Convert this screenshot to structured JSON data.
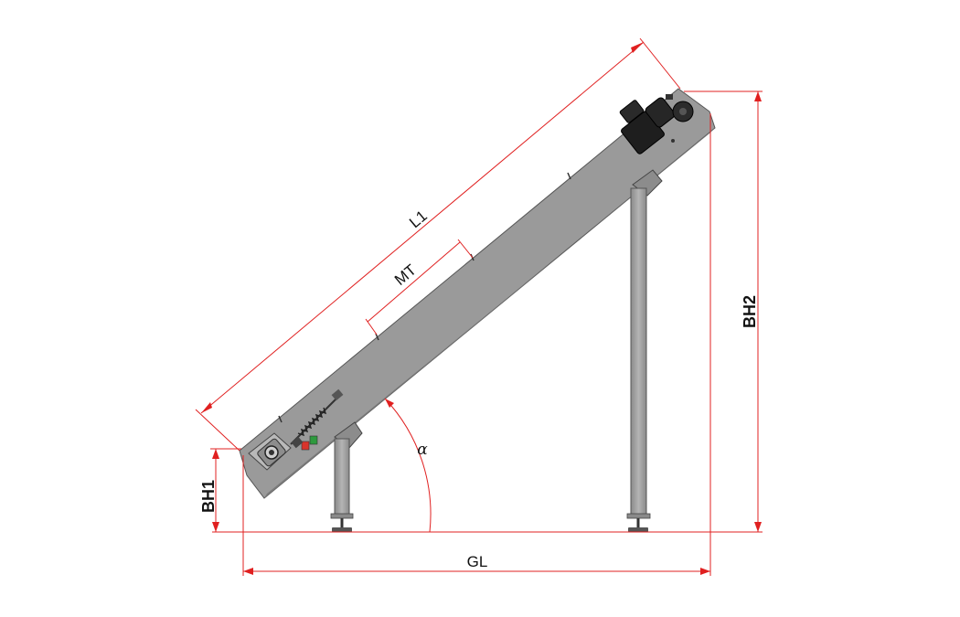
{
  "labels": {
    "l1": "L1",
    "mt": "MT",
    "bh1": "BH1",
    "bh2": "BH2",
    "gl": "GL",
    "alpha": "α"
  },
  "colors": {
    "dimension": "#e02020",
    "body": "#9a9a9a",
    "body_dark": "#6f6f6f",
    "leg": "#a3a3a3",
    "motor": "#1e1e1e",
    "tensioner_red": "#d8342c",
    "tensioner_green": "#2e9a3e"
  }
}
